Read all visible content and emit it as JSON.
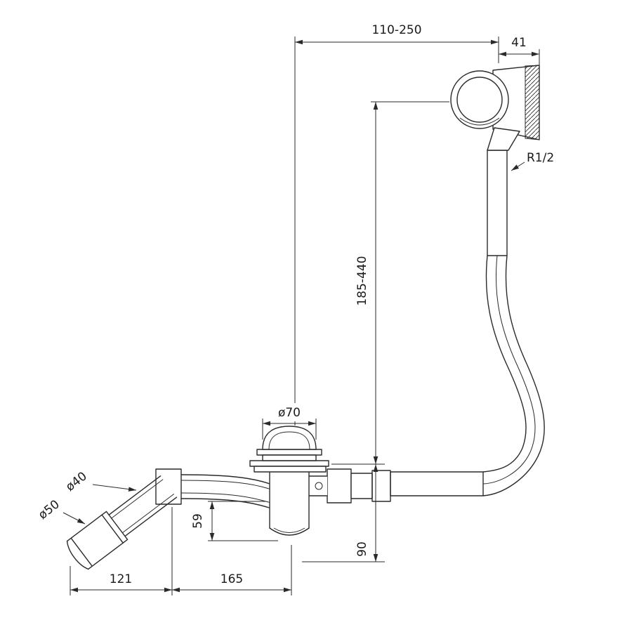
{
  "canvas": {
    "background": "#ffffff",
    "ink": "#2a2a2a"
  },
  "labels": {
    "top_span": "110-250",
    "overflow_width": "41",
    "thread": "R1/2",
    "height_range": "185-440",
    "plug_diameter": "ø70",
    "outlet_small": "ø40",
    "outlet_large": "ø50",
    "body_height": "59",
    "under_height": "90",
    "outlet_length": "121",
    "trap_length": "165"
  }
}
